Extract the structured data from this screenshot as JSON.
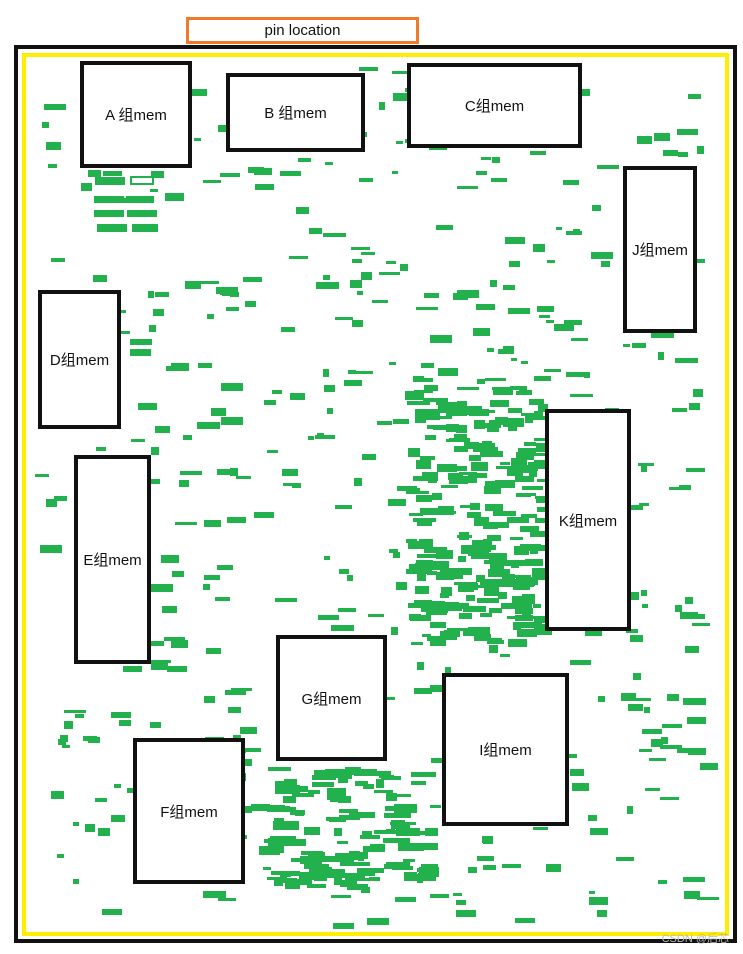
{
  "pin_label": "pin location",
  "watermark": "CSDN @后芯",
  "colors": {
    "pin_box": "#f07a2a",
    "outer_frame": "#111111",
    "inner_frame": "#ffee00",
    "std_cell": "#22b14c",
    "mem_border": "#111111"
  },
  "memories": {
    "a": "A 组mem",
    "b": "B 组mem",
    "c": "C组mem",
    "d": "D组mem",
    "e": "E组mem",
    "f": "F组mem",
    "g": "G组mem",
    "i": "I组mem",
    "j": "J组mem",
    "k": "K组mem"
  }
}
